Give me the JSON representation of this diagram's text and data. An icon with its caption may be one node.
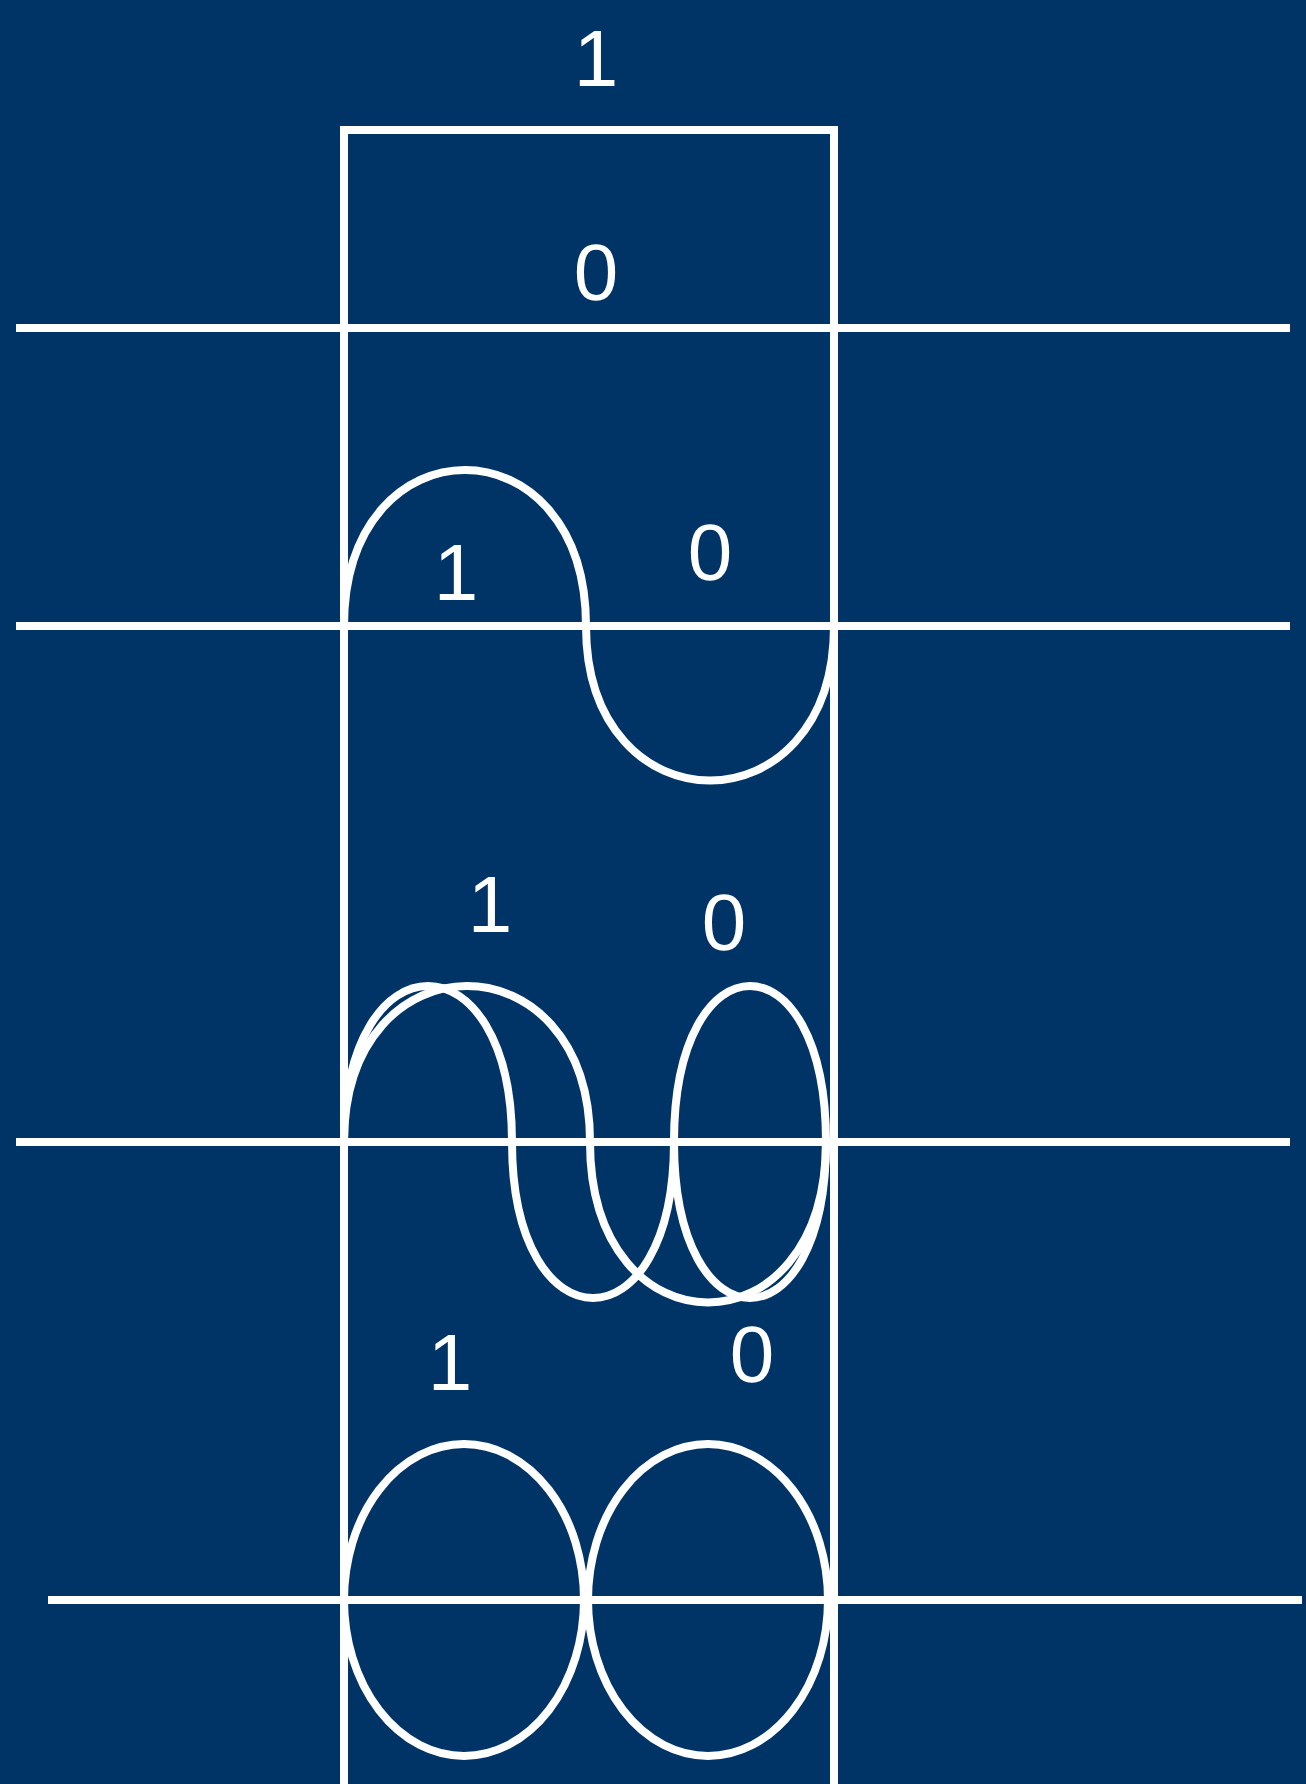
{
  "diagram": {
    "labels": [
      "1",
      "0",
      "1",
      "0",
      "1",
      "0",
      "1",
      "0"
    ]
  }
}
